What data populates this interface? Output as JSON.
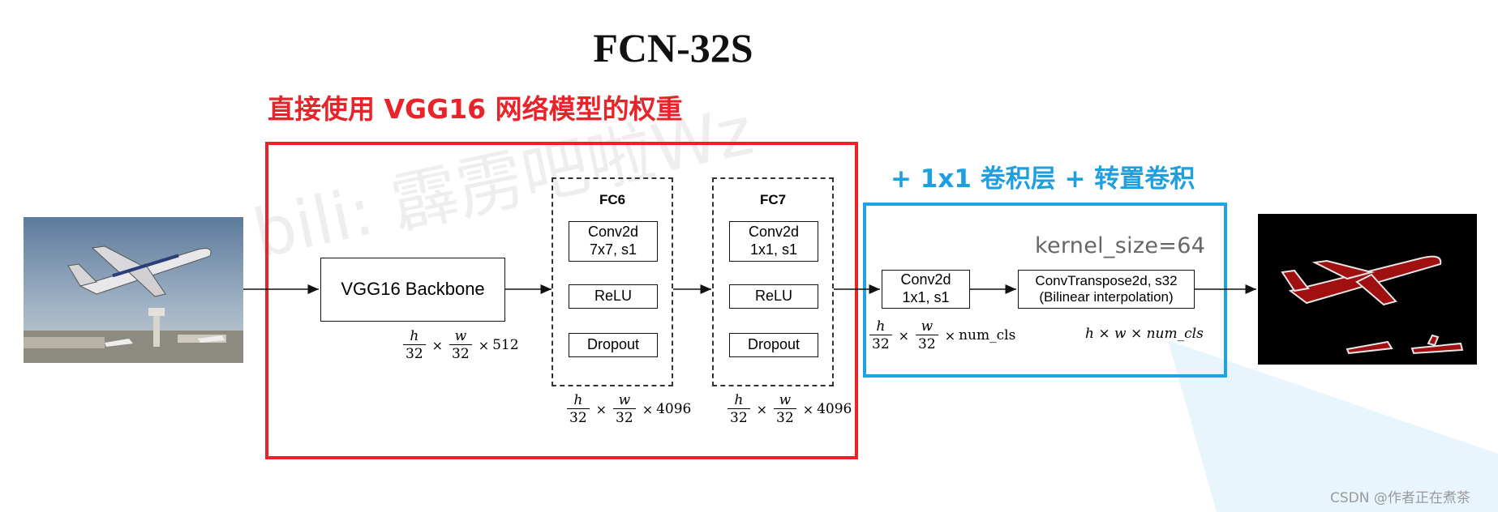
{
  "title": "FCN-32S",
  "labels": {
    "pretrained": "直接使用 VGG16 网络模型的权重",
    "added": "+ 1x1 卷积层 + 转置卷积"
  },
  "backbone": {
    "label": "VGG16 Backbone",
    "dim_num_h": "h",
    "dim_num_w": "w",
    "dim_den": "32",
    "dim_channels": "512"
  },
  "fc6": {
    "title": "FC6",
    "conv_line1": "Conv2d",
    "conv_line2": "7x7, s1",
    "relu": "ReLU",
    "dropout": "Dropout",
    "dim_channels": "4096"
  },
  "fc7": {
    "title": "FC7",
    "conv_line1": "Conv2d",
    "conv_line2": "1x1, s1",
    "relu": "ReLU",
    "dropout": "Dropout",
    "dim_channels": "4096"
  },
  "conv1x1": {
    "line1": "Conv2d",
    "line2": "1x1, s1",
    "dim_channels": "num_cls"
  },
  "upsample": {
    "kernel_label": "kernel_size=64",
    "line1": "ConvTranspose2d, s32",
    "line2": "(Bilinear interpolation)",
    "dim": "h × w × num_cls"
  },
  "times": "×",
  "faint_watermark": "bili: 霹雳吧啦Wz",
  "watermark": "CSDN @作者正在煮茶",
  "colors": {
    "red": "#e8232a",
    "blue": "#1ea3e4",
    "mask": "#a01010"
  }
}
